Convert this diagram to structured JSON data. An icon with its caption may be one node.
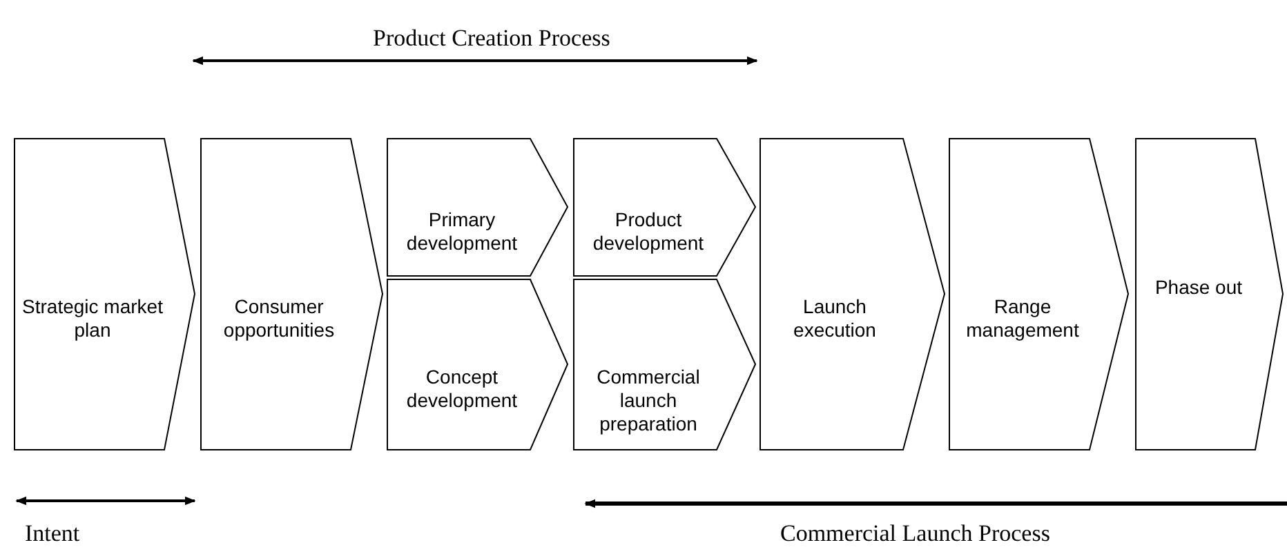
{
  "diagram": {
    "nodes": [
      {
        "text": [
          "Strategic market plan"
        ]
      },
      {
        "text": [
          "Consumer opportunities"
        ]
      },
      {
        "text": [
          "Primary development"
        ]
      },
      {
        "text": [
          "Concept development"
        ]
      },
      {
        "text": [
          "Product development"
        ]
      },
      {
        "text": [
          "Commercial launch preparation"
        ]
      },
      {
        "text": [
          "Launch execution"
        ]
      },
      {
        "text": [
          "Range management"
        ]
      },
      {
        "text": [
          "Phase out"
        ]
      }
    ],
    "labels": [
      "Product Creation Process",
      "Intent",
      "Commercial Launch Process"
    ]
  }
}
